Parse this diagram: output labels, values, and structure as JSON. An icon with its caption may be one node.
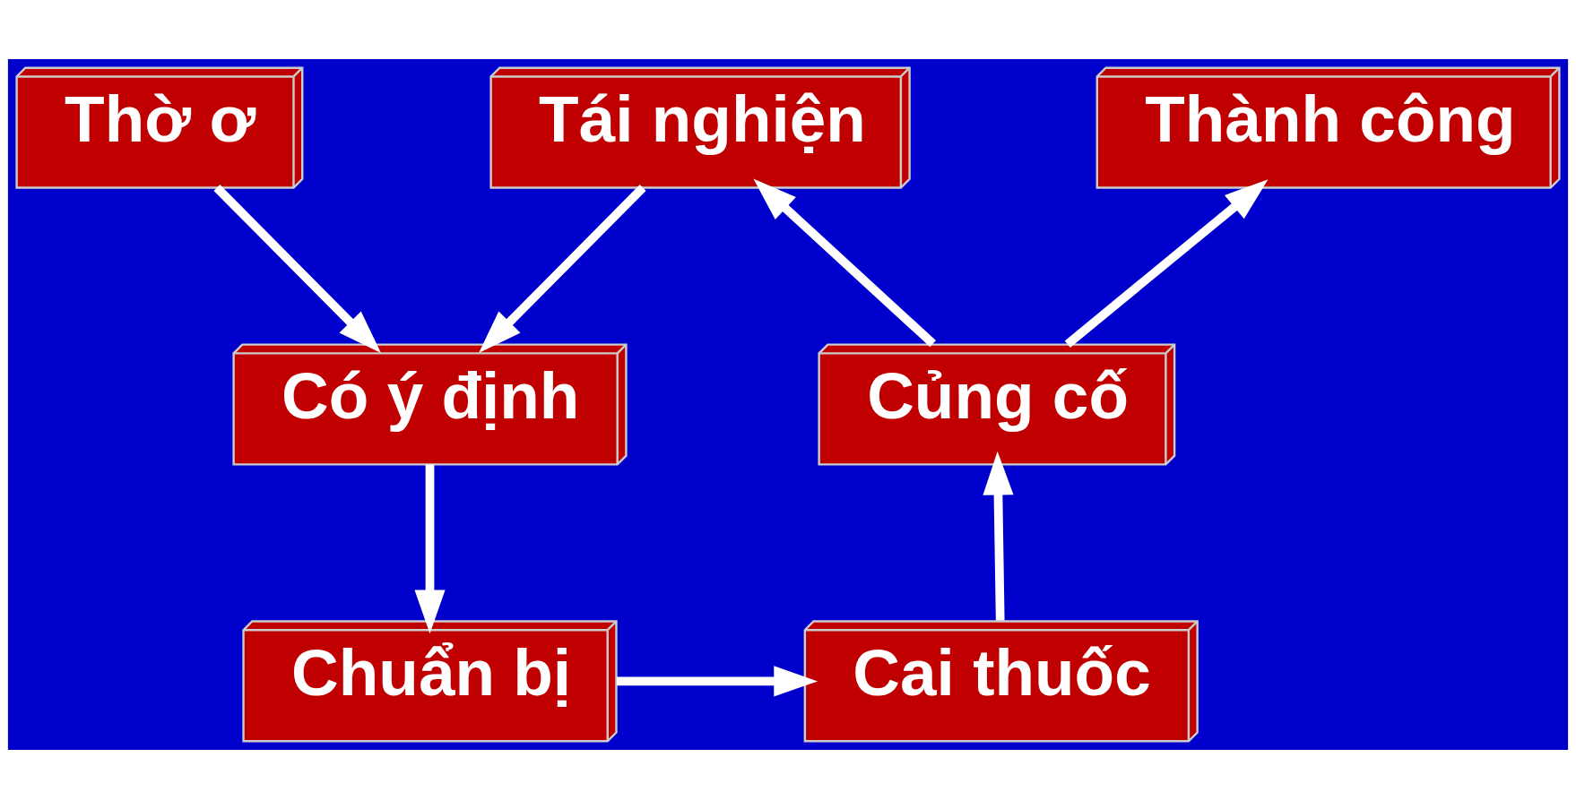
{
  "diagram": {
    "nodes": [
      {
        "text": [
          "Thờ ơ"
        ]
      },
      {
        "text": [
          "Tái nghiện"
        ]
      },
      {
        "text": [
          "Thành công"
        ]
      },
      {
        "text": [
          "Có ý định"
        ]
      },
      {
        "text": [
          "Củng cố"
        ]
      },
      {
        "text": [
          "Chuẩn bị"
        ]
      },
      {
        "text": [
          "Cai thuốc"
        ]
      }
    ],
    "edges": [
      {
        "from": 0,
        "to": 3,
        "arrow": "to"
      },
      {
        "from": 1,
        "to": 3,
        "arrow": "to"
      },
      {
        "from": 3,
        "to": 5,
        "arrow": "to"
      },
      {
        "from": 5,
        "to": 6,
        "arrow": "to"
      },
      {
        "from": 6,
        "to": 4,
        "arrow": "to"
      },
      {
        "from": 4,
        "to": 1,
        "arrow": "to"
      },
      {
        "from": 4,
        "to": 2,
        "arrow": "to"
      }
    ]
  }
}
